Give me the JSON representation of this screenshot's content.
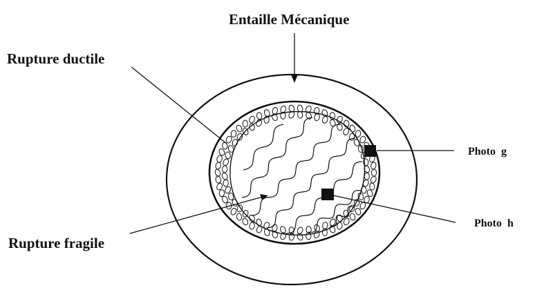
{
  "labels": {
    "mechanical_notch": "Entaille Mécanique",
    "ductile_fracture": "Rupture ductile",
    "brittle_fracture": "Rupture fragile",
    "photo_g": "Photo g",
    "photo_h": "Photo h"
  },
  "colors": {
    "ink": "#111111",
    "background": "#ffffff"
  }
}
